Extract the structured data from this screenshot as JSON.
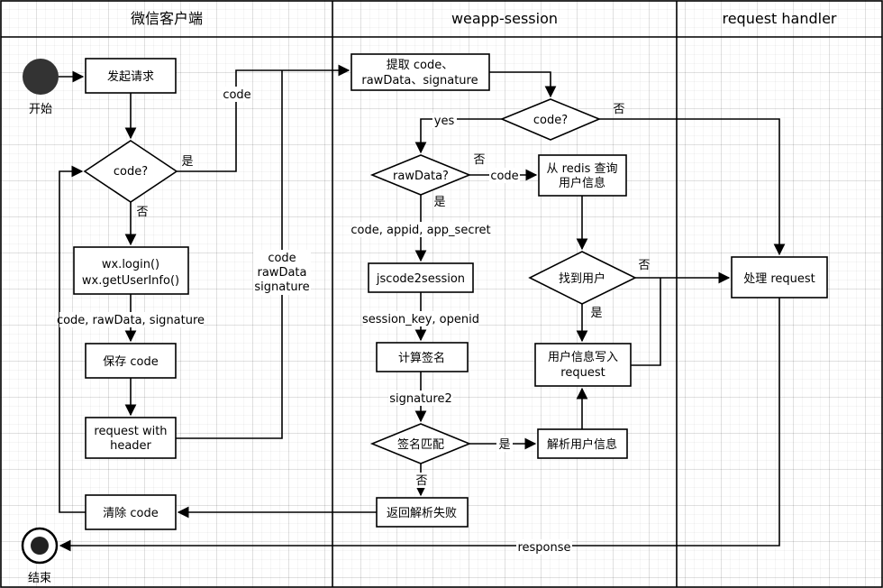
{
  "lanes": {
    "client": "微信客户端",
    "session": "weapp-session",
    "handler": "request handler"
  },
  "nodes": {
    "start_label": "开始",
    "end_label": "结束",
    "send_request": "发起请求",
    "client_code_q": "code?",
    "wx_login": "wx.login()",
    "wx_userinfo": "wx.getUserInfo()",
    "save_code": "保存 code",
    "request_with": "request with",
    "request_header": "header",
    "clear_code": "清除 code",
    "fetch_line1": "提取 code、",
    "fetch_line2": "rawData、signature",
    "session_code_q": "code?",
    "rawdata_q": "rawData?",
    "redis_line1": "从 redis 查询",
    "redis_line2": "用户信息",
    "found_user": "找到用户",
    "jscode2session": "jscode2session",
    "compute_sig": "计算签名",
    "sig_match": "签名匹配",
    "parse_user": "解析用户信息",
    "write_line1": "用户信息写入",
    "write_line2": "request",
    "return_fail": "返回解析失败",
    "handle_request": "处理 request"
  },
  "edges": {
    "yes_client": "是",
    "no_client": "否",
    "code_top": "code",
    "code_params": "code, rawData, signature",
    "mid_code": "code",
    "mid_rawdata": "rawData",
    "mid_signature": "signature",
    "yes_lower": "yes",
    "no_session": "否",
    "rawdata_no": "否",
    "rawdata_code": "code",
    "rawdata_yes": "是",
    "appid_params": "code, appid, app_secret",
    "session_key": "session_key, openid",
    "signature2": "signature2",
    "match_yes": "是",
    "match_no": "否",
    "found_no": "否",
    "found_yes": "是",
    "response": "response"
  }
}
